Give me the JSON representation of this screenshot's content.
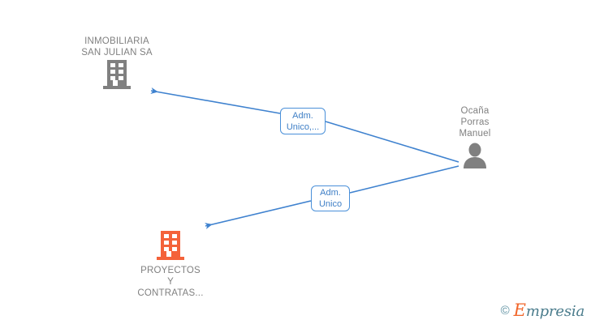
{
  "diagram": {
    "background_color": "#ffffff",
    "edge_color": "#4a90d9",
    "nodes": [
      {
        "id": "inmobiliaria-san-julian",
        "type": "company",
        "icon": "building-icon",
        "icon_color": "#808080",
        "label_color": "#808080",
        "label_lines": [
          "INMOBILIARIA",
          "SAN JULIAN SA"
        ],
        "label_position": "above"
      },
      {
        "id": "proyectos-y-contratas",
        "type": "company",
        "icon": "building-icon",
        "icon_color": "#f4623a",
        "label_color": "#808080",
        "label_lines": [
          "PROYECTOS",
          "Y",
          "CONTRATAS..."
        ],
        "label_position": "below"
      },
      {
        "id": "ocana-porras-manuel",
        "type": "person",
        "icon": "person-icon",
        "icon_color": "#808080",
        "label_color": "#808080",
        "label_lines": [
          "Ocaña",
          "Porras",
          "Manuel"
        ],
        "label_position": "above"
      }
    ],
    "edges": [
      {
        "id": "edge-adm-unico-multi",
        "from": "ocana-porras-manuel",
        "to": "inmobiliaria-san-julian",
        "arrow": "to",
        "label_lines": [
          "Adm.",
          "Unico,..."
        ]
      },
      {
        "id": "edge-adm-unico",
        "from": "ocana-porras-manuel",
        "to": "proyectos-y-contratas",
        "arrow": "to",
        "label_lines": [
          "Adm.",
          "Unico"
        ]
      }
    ]
  },
  "watermark": {
    "copyright": "©",
    "brand_initial": "E",
    "brand_rest": "mpresia",
    "initial_color": "#f1662a",
    "text_color": "#4a7c8c"
  }
}
